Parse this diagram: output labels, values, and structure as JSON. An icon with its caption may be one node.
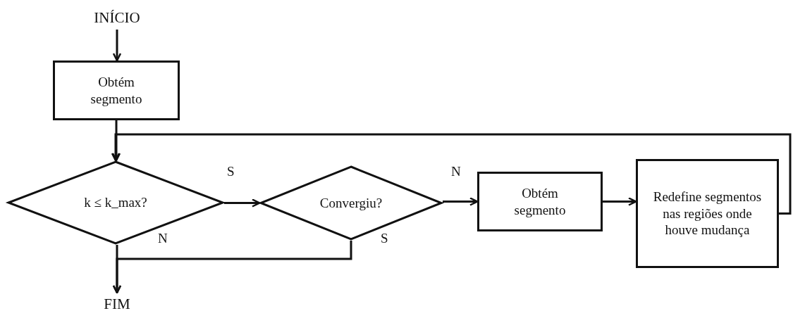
{
  "diagram": {
    "nodes": [
      {
        "text": [
          "INÍCIO"
        ]
      },
      {
        "text": [
          "Obtém segmento"
        ]
      },
      {
        "text": [
          "k ≤ k_max?"
        ]
      },
      {
        "text": [
          "Convergiu?"
        ]
      },
      {
        "text": [
          "Obtém segmento"
        ]
      },
      {
        "text": [
          "Redefine segmentos nas regiões onde houve mudança"
        ]
      },
      {
        "text": [
          "FIM"
        ]
      }
    ],
    "edges": [
      {
        "from": 0,
        "to": 1,
        "arrow": "to"
      },
      {
        "from": 1,
        "to": 2,
        "arrow": "to"
      },
      {
        "from": 5,
        "to": 2,
        "arrow": "to"
      },
      {
        "from": 2,
        "to": 3,
        "arrow": "to",
        "label": "S"
      },
      {
        "from": 3,
        "to": 4,
        "arrow": "to",
        "label": "N"
      },
      {
        "from": 4,
        "to": 5,
        "arrow": "to"
      },
      {
        "from": 2,
        "to": 6,
        "arrow": "to",
        "label": "N"
      },
      {
        "from": 3,
        "to": 6,
        "arrow": "to",
        "label": "S"
      }
    ]
  }
}
